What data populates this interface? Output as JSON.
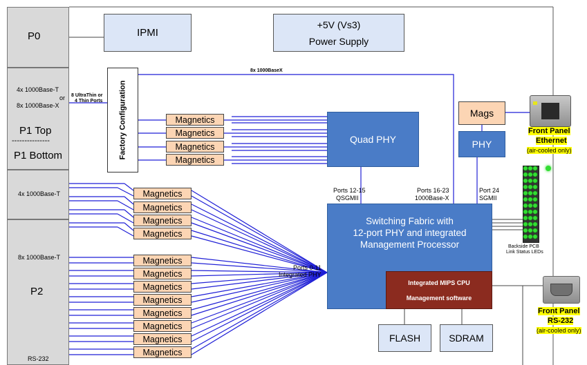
{
  "left_panel": {
    "p0": "P0",
    "p1_ports_a": "4x 1000Base-T",
    "p1_ports_or": "or",
    "p1_ports_b": "8x 1000Base-X",
    "p1_top": "P1 Top",
    "p1_dashes": "---------------",
    "p1_bottom": "P1 Bottom",
    "p1b_ports": "4x 1000Base-T",
    "p2_ports": "8x 1000Base-T",
    "p2": "P2",
    "rs232": "RS-232"
  },
  "ipmi": "IPMI",
  "power": {
    "line1": "+5V (Vs3)",
    "line2": "Power Supply"
  },
  "factory_config": "Factory Configuration",
  "ultrathin": {
    "line1": "8 UltraThin or",
    "line2": "4 Thin Ports"
  },
  "base_x_label": "8x 1000BaseX",
  "magnetics_label": "Magnetics",
  "quad_phy": "Quad PHY",
  "mags": "Mags",
  "phy": "PHY",
  "front_eth": {
    "l1": "Front Panel",
    "l2": "Ethernet",
    "l3": "(air-cooled only)"
  },
  "front_rs232": {
    "l1": "Front Panel",
    "l2": "RS-232",
    "l3": "(air-cooled only)"
  },
  "ports_12_15": {
    "l1": "Ports 12-15",
    "l2": "QSGMII"
  },
  "ports_16_23": {
    "l1": "Ports 16-23",
    "l2": "1000Base-X"
  },
  "port_24": {
    "l1": "Port 24",
    "l2": "SGMII"
  },
  "ports_0_11": {
    "l1": "Ports 0-11",
    "l2": "Integrated PHY"
  },
  "switch": {
    "l1": "Switching Fabric with",
    "l2": "12-port PHY and integrated",
    "l3": "Management Processor"
  },
  "mips": {
    "l1": "Integrated MIPS CPU",
    "l2": "Management software"
  },
  "flash": "FLASH",
  "sdram": "SDRAM",
  "leds_label": {
    "l1": "Backside PCB",
    "l2": "Link Status LEDs"
  },
  "colors": {
    "line": "#1f1fd6",
    "magnetics": "#fcd5b4",
    "switch": "#4a7cc7",
    "mips": "#8b2b1f",
    "light_box": "#dce6f7",
    "panel": "#d9d9d9",
    "led": "#33dd33"
  }
}
